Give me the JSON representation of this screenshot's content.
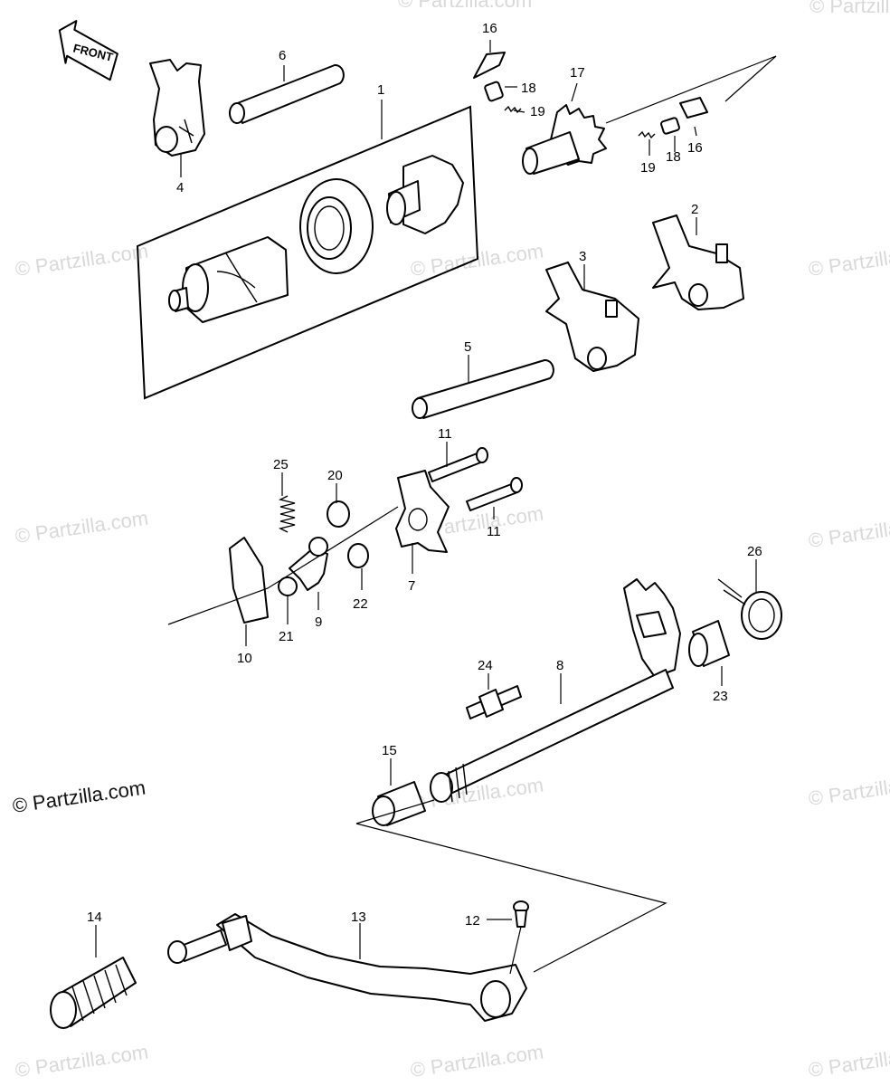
{
  "watermark": {
    "text": "© Partzilla.com",
    "main_text": "© Partzilla.com"
  },
  "front_label": "FRONT",
  "callouts": [
    {
      "id": "c1",
      "label": "1"
    },
    {
      "id": "c2",
      "label": "2"
    },
    {
      "id": "c3",
      "label": "3"
    },
    {
      "id": "c4",
      "label": "4"
    },
    {
      "id": "c5",
      "label": "5"
    },
    {
      "id": "c6",
      "label": "6"
    },
    {
      "id": "c7",
      "label": "7"
    },
    {
      "id": "c8",
      "label": "8"
    },
    {
      "id": "c9",
      "label": "9"
    },
    {
      "id": "c10",
      "label": "10"
    },
    {
      "id": "c11a",
      "label": "11"
    },
    {
      "id": "c11b",
      "label": "11"
    },
    {
      "id": "c12",
      "label": "12"
    },
    {
      "id": "c13",
      "label": "13"
    },
    {
      "id": "c14",
      "label": "14"
    },
    {
      "id": "c15",
      "label": "15"
    },
    {
      "id": "c16a",
      "label": "16"
    },
    {
      "id": "c16b",
      "label": "16"
    },
    {
      "id": "c17",
      "label": "17"
    },
    {
      "id": "c18a",
      "label": "18"
    },
    {
      "id": "c18b",
      "label": "18"
    },
    {
      "id": "c19a",
      "label": "19"
    },
    {
      "id": "c19b",
      "label": "19"
    },
    {
      "id": "c20",
      "label": "20"
    },
    {
      "id": "c21",
      "label": "21"
    },
    {
      "id": "c22",
      "label": "22"
    },
    {
      "id": "c23",
      "label": "23"
    },
    {
      "id": "c24",
      "label": "24"
    },
    {
      "id": "c25",
      "label": "25"
    },
    {
      "id": "c26",
      "label": "26"
    }
  ]
}
